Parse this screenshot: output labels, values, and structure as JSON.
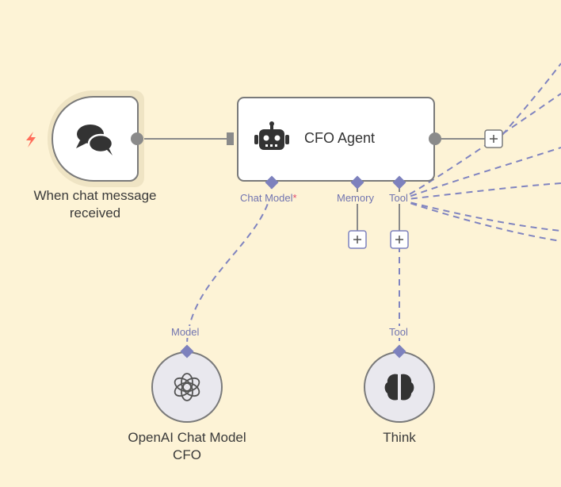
{
  "canvas": {
    "background": "#fdf3d6",
    "connection_color": "#8084c0"
  },
  "trigger": {
    "label_line1": "When chat message",
    "label_line2": "received",
    "icon": "chat-bubbles-icon",
    "bolt_icon": "lightning-icon",
    "bolt_color": "#ff6d5a"
  },
  "agent": {
    "title": "CFO Agent",
    "icon": "robot-icon",
    "ports": {
      "chat_model": "Chat Model",
      "required_marker": "*",
      "memory": "Memory",
      "tool": "Tool"
    }
  },
  "model_node": {
    "port_label": "Model",
    "label_line1": "OpenAI Chat Model",
    "label_line2": "CFO",
    "icon": "openai-icon"
  },
  "think_node": {
    "port_label": "Tool",
    "label": "Think",
    "icon": "brain-icon"
  },
  "add_buttons": {
    "symbol": "+"
  }
}
